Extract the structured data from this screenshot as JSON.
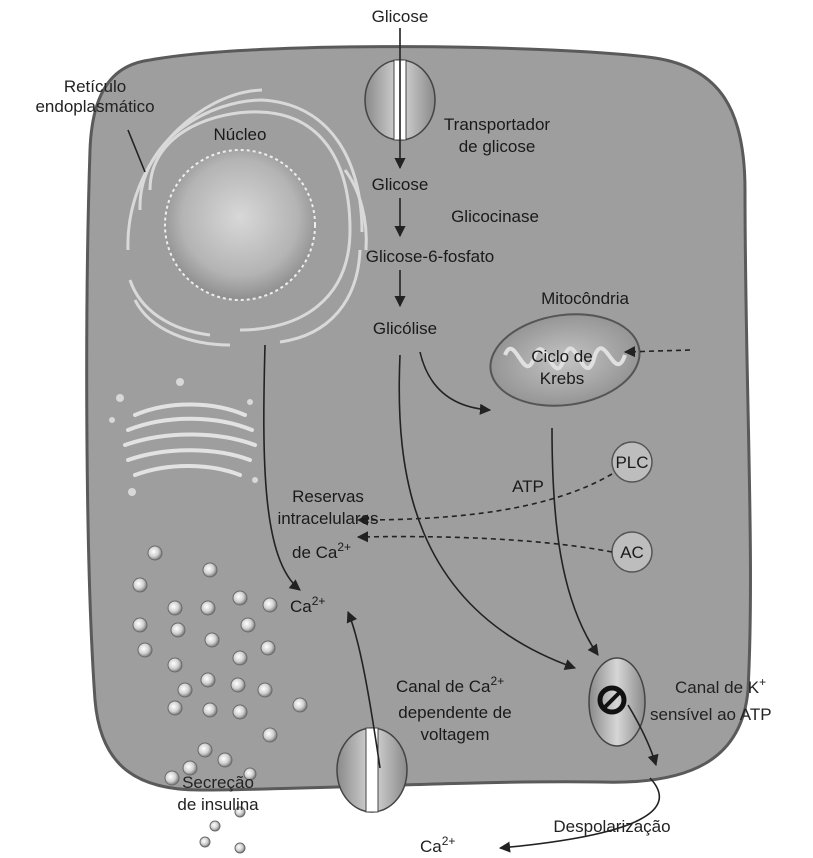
{
  "colors": {
    "cell_fill": "#9e9e9e",
    "cell_border": "#5a5a5a",
    "background": "#ffffff",
    "text": "#222222",
    "arrow": "#222222"
  },
  "labels": {
    "glicose_top": "Glicose",
    "reticulo_1": "Retículo",
    "reticulo_2": "endoplasmático",
    "nucleo": "Núcleo",
    "transportador_1": "Transportador",
    "transportador_2": "de glicose",
    "glicose_inner": "Glicose",
    "glicocinase": "Glicocinase",
    "glicose6": "Glicose-6-fosfato",
    "mitocondria": "Mitocôndria",
    "glicolise": "Glicólise",
    "ciclo_1": "Ciclo de",
    "ciclo_2": "Krebs",
    "plc": "PLC",
    "atp": "ATP",
    "reservas_1": "Reservas",
    "reservas_2": "intracelulares",
    "reservas_3": "de Ca",
    "reservas_3_sup": "2+",
    "ac": "AC",
    "ca_inner": "Ca",
    "ca_inner_sup": "2+",
    "canal_ca_1": "Canal de Ca",
    "canal_ca_1_sup": "2+",
    "canal_ca_2": "dependente de",
    "canal_ca_3": "voltagem",
    "canal_k_1": "Canal de K",
    "canal_k_1_sup": "+",
    "canal_k_2": "sensível  ao ATP",
    "secrecao_1": "Secreção",
    "secrecao_2": "de insulina",
    "despolarizacao": "Despolarização",
    "ca_bottom": "Ca",
    "ca_bottom_sup": "2+"
  }
}
